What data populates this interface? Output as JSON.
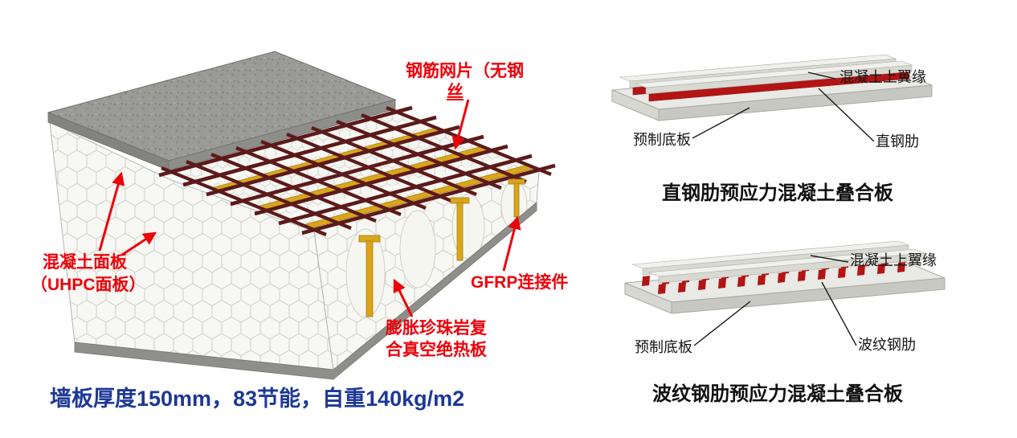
{
  "colors": {
    "label_red": "#ee0009",
    "caption_blue": "#1d3896",
    "mesh_steel_dark_red": "#5c1a1a",
    "gfrp_yellow": "#d9a61b",
    "steel_rib_red": "#b31414",
    "concrete_gray": "#9a9a96",
    "foam_white": "#f7f7f3"
  },
  "wall_panel": {
    "labels": {
      "mesh_line1": "钢筋网片（无钢",
      "mesh_line2": "丝",
      "face_line1": "混凝土面板",
      "face_line2": "（UHPC面板）",
      "gfrp": "GFRP连接件",
      "insulation_line1": "膨胀珍珠岩复",
      "insulation_line2": "合真空绝热板"
    },
    "caption": "墙板厚度150mm，83节能，自重140kg/m2"
  },
  "slab_straight": {
    "flange_label": "混凝土上翼缘",
    "base_label": "预制底板",
    "rib_label": "直钢肋",
    "caption": "直钢肋预应力混凝土叠合板"
  },
  "slab_corrugated": {
    "flange_label": "混凝土上翼缘",
    "base_label": "预制底板",
    "rib_label": "波纹钢肋",
    "caption": "波纹钢肋预应力混凝土叠合板"
  }
}
